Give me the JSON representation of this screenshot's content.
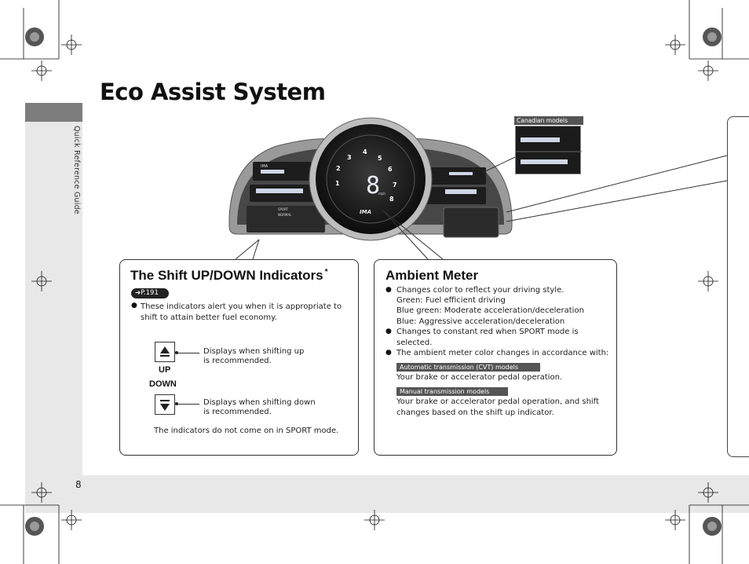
{
  "page": {
    "title": "Eco Assist System",
    "side_label": "Quick Reference Guide",
    "page_number": "8"
  },
  "cluster": {
    "canadian_label": "Canadian models",
    "gauge_numbers": [
      "1",
      "2",
      "3",
      "4",
      "5",
      "6",
      "7",
      "8"
    ],
    "center_digit": "8",
    "center_unit": "mph",
    "speed_readout": "8",
    "ima_label": "IMA",
    "mode_labels": [
      "SPORT",
      "NORMAL"
    ]
  },
  "shift_box": {
    "title": "The Shift UP/DOWN Indicators",
    "asterisk": "*",
    "ref": "P.191",
    "bullet_text_1": "These indicators alert you when it is appropriate to",
    "bullet_text_2": "shift to attain better fuel economy.",
    "up_desc_1": "Displays when shifting up",
    "up_desc_2": "is recommended.",
    "up_label": "UP",
    "down_label": "DOWN",
    "down_desc_1": "Displays when shifting down",
    "down_desc_2": "is recommended.",
    "footnote": "The indicators do not come on in SPORT mode."
  },
  "ambient_box": {
    "title": "Ambient Meter",
    "b1_line1": "Changes color to reflect your driving style.",
    "b1_line2": "Green: Fuel efficient driving",
    "b1_line3": "Blue green: Moderate acceleration/deceleration",
    "b1_line4": "Blue: Aggressive acceleration/deceleration",
    "b2_line1": "Changes to constant red when SPORT mode is",
    "b2_line2": "selected.",
    "b3_line1": "The ambient meter color changes in accordance with:",
    "cvt_tag": "Automatic transmission (CVT) models",
    "cvt_text": "Your brake or accelerator pedal operation.",
    "mt_tag": "Manual transmission models",
    "mt_text_1": "Your brake or accelerator pedal operation, and shift",
    "mt_text_2": "changes based on the shift up indicator."
  }
}
